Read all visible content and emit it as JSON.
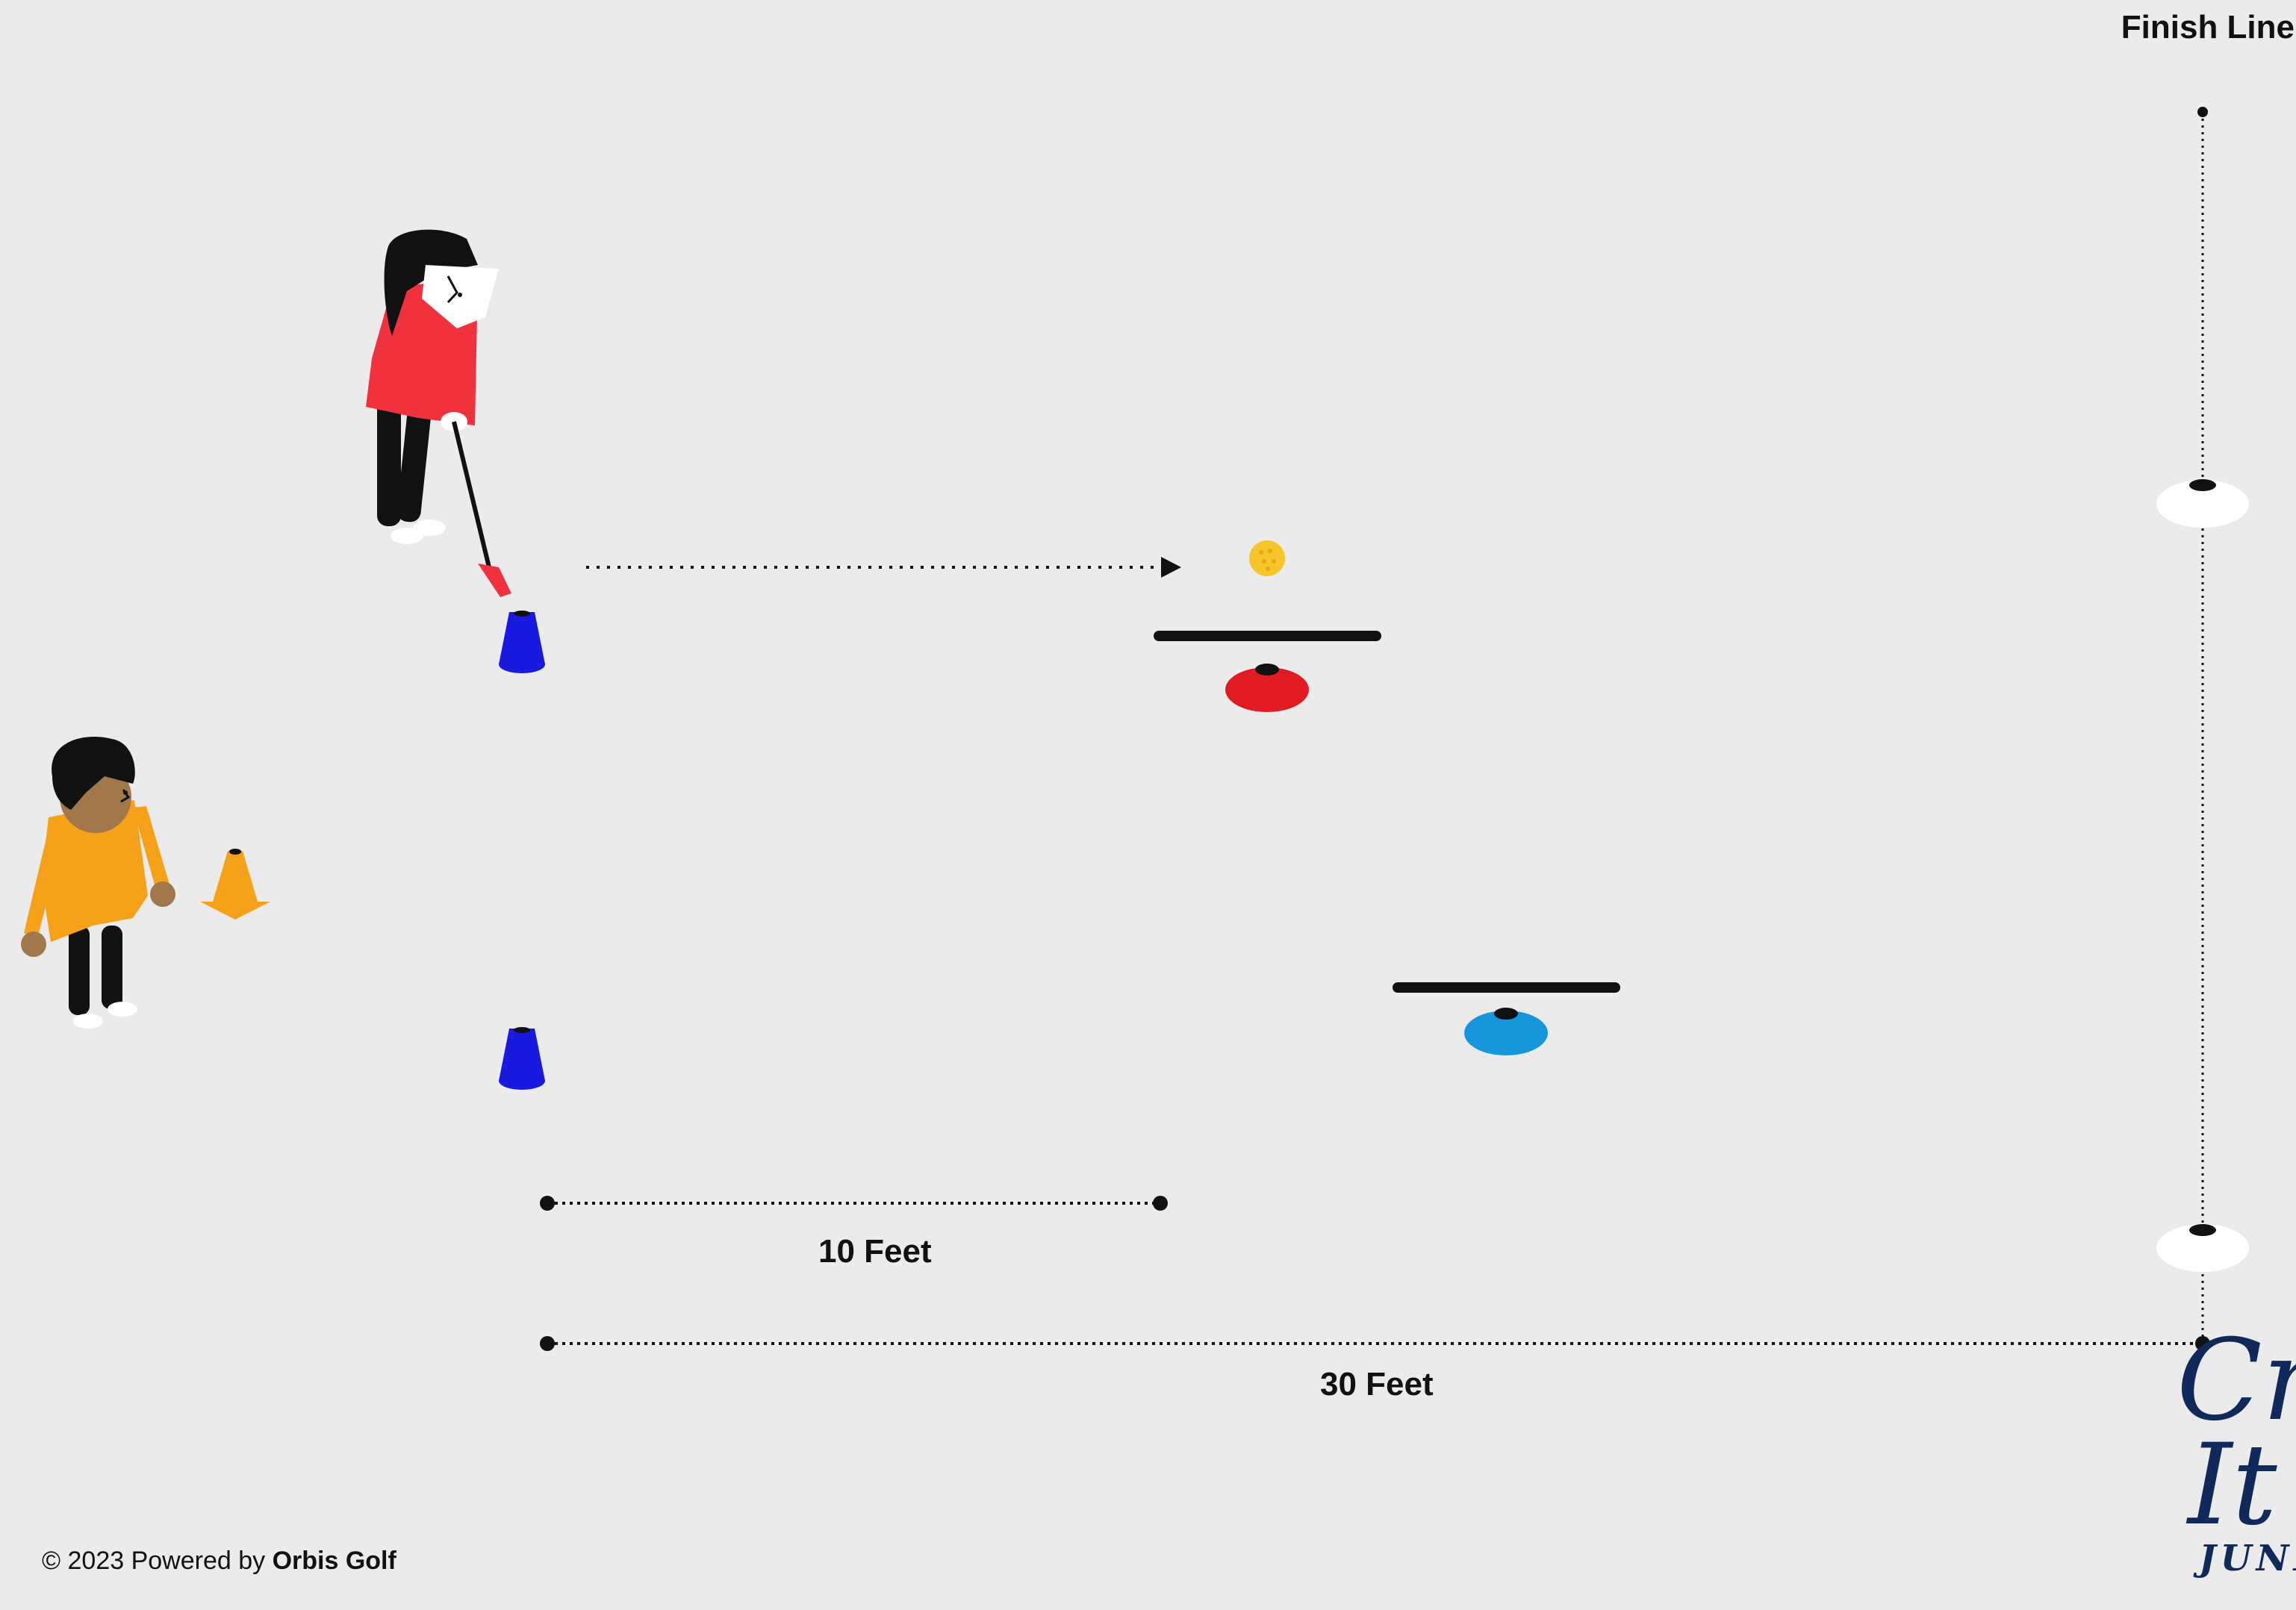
{
  "labels": {
    "finish_line": "Finish Line",
    "ten_feet": "10 Feet",
    "thirty_feet": "30 Feet"
  },
  "footer": {
    "prefix": "© 2023 Powered by",
    "brand": "Orbis Golf"
  },
  "logo": {
    "line1": "Cr",
    "line2": "It",
    "line3": "JUNIO"
  },
  "colors": {
    "background": "#ebebeb",
    "putter_shirt": "#f0323f",
    "coach_shirt": "#f5a11a",
    "skin": "#a0784c",
    "start_cone": "#1a1adf",
    "red_disc": "#e11b22",
    "blue_disc": "#1896db",
    "white_disc": "#ffffff",
    "orange_cone": "#f5a11a",
    "ball": "#f6c52c",
    "logo": "#0f2a5a"
  }
}
